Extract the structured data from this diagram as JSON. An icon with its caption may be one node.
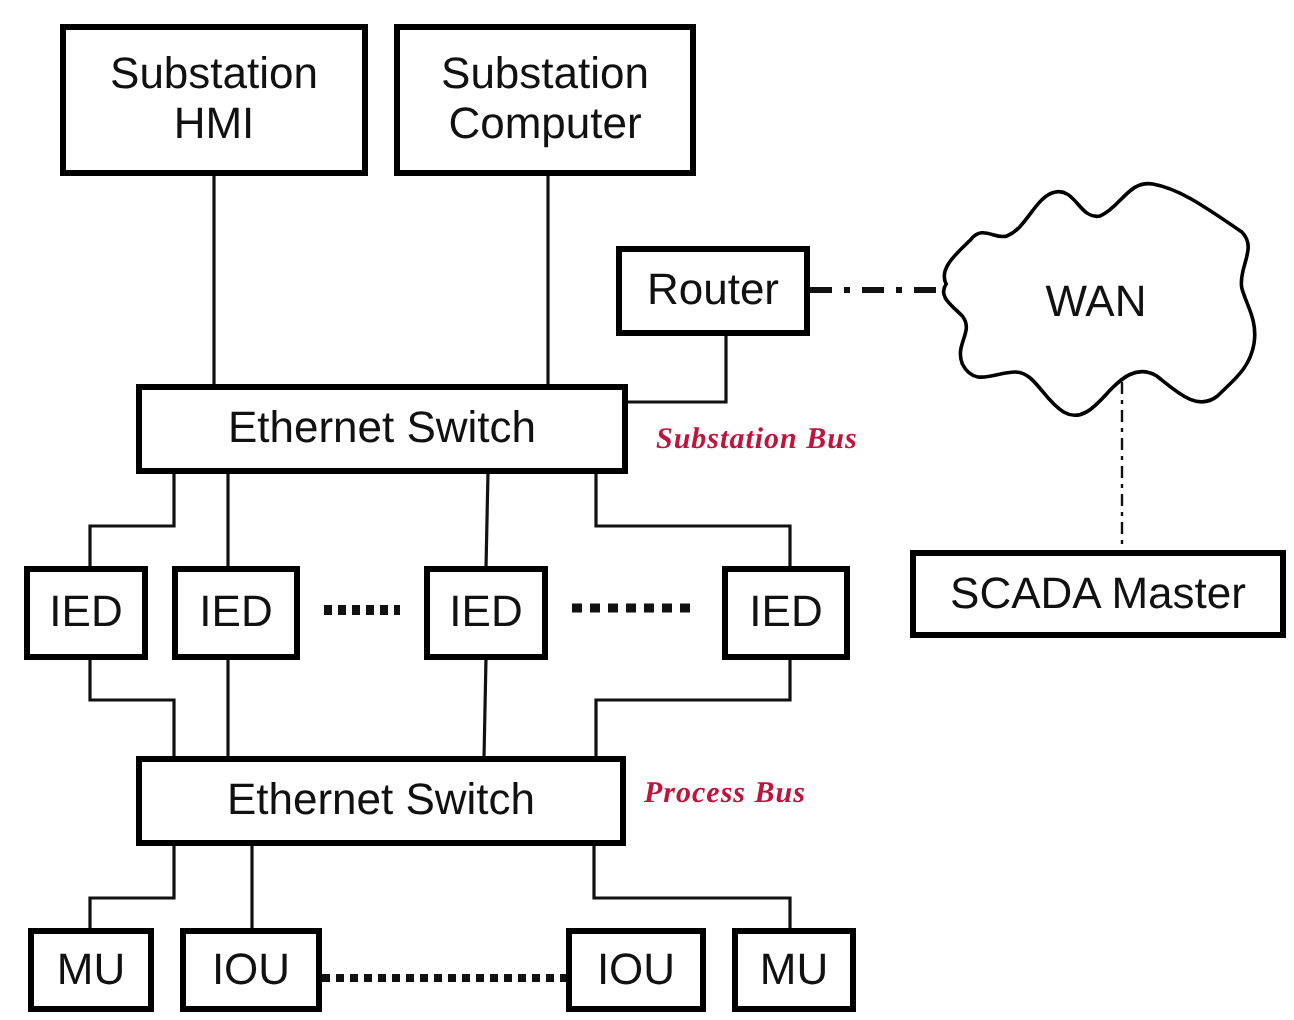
{
  "diagram": {
    "nodes": [
      {
        "text": [
          "Substation HMI"
        ]
      },
      {
        "text": [
          "Substation Computer"
        ]
      },
      {
        "text": [
          "Router"
        ]
      },
      {
        "text": [
          "WAN"
        ]
      },
      {
        "text": [
          "Ethernet Switch"
        ]
      },
      {
        "text": [
          "SCADA Master"
        ]
      },
      {
        "text": [
          "IED"
        ]
      },
      {
        "text": [
          "IED"
        ]
      },
      {
        "text": [
          "IED"
        ]
      },
      {
        "text": [
          "IED"
        ]
      },
      {
        "text": [
          "Ethernet Switch"
        ]
      },
      {
        "text": [
          "MU"
        ]
      },
      {
        "text": [
          "IOU"
        ]
      },
      {
        "text": [
          "IOU"
        ]
      },
      {
        "text": [
          "MU"
        ]
      }
    ],
    "edges": [
      {
        "from": 0,
        "to": 4,
        "arrow": "none"
      },
      {
        "from": 1,
        "to": 4,
        "arrow": "none"
      },
      {
        "from": 2,
        "to": 4,
        "arrow": "none"
      },
      {
        "from": 2,
        "to": 3,
        "arrow": "none",
        "style": "dashed"
      },
      {
        "from": 3,
        "to": 5,
        "arrow": "none",
        "style": "dashed"
      },
      {
        "from": 4,
        "to": 6,
        "arrow": "none"
      },
      {
        "from": 4,
        "to": 7,
        "arrow": "none"
      },
      {
        "from": 4,
        "to": 8,
        "arrow": "none"
      },
      {
        "from": 4,
        "to": 9,
        "arrow": "none"
      },
      {
        "from": 6,
        "to": 10,
        "arrow": "none"
      },
      {
        "from": 7,
        "to": 10,
        "arrow": "none"
      },
      {
        "from": 8,
        "to": 10,
        "arrow": "none"
      },
      {
        "from": 9,
        "to": 10,
        "arrow": "none"
      },
      {
        "from": 10,
        "to": 11,
        "arrow": "none"
      },
      {
        "from": 10,
        "to": 12,
        "arrow": "none"
      },
      {
        "from": 10,
        "to": 14,
        "arrow": "none"
      },
      {
        "from": 7,
        "to": 8,
        "arrow": "none",
        "style": "dashed"
      },
      {
        "from": 8,
        "to": 9,
        "arrow": "none",
        "style": "dashed"
      },
      {
        "from": 12,
        "to": 13,
        "arrow": "none",
        "style": "dashed"
      }
    ],
    "labels": [
      "Substation Bus",
      "Process Bus"
    ]
  }
}
